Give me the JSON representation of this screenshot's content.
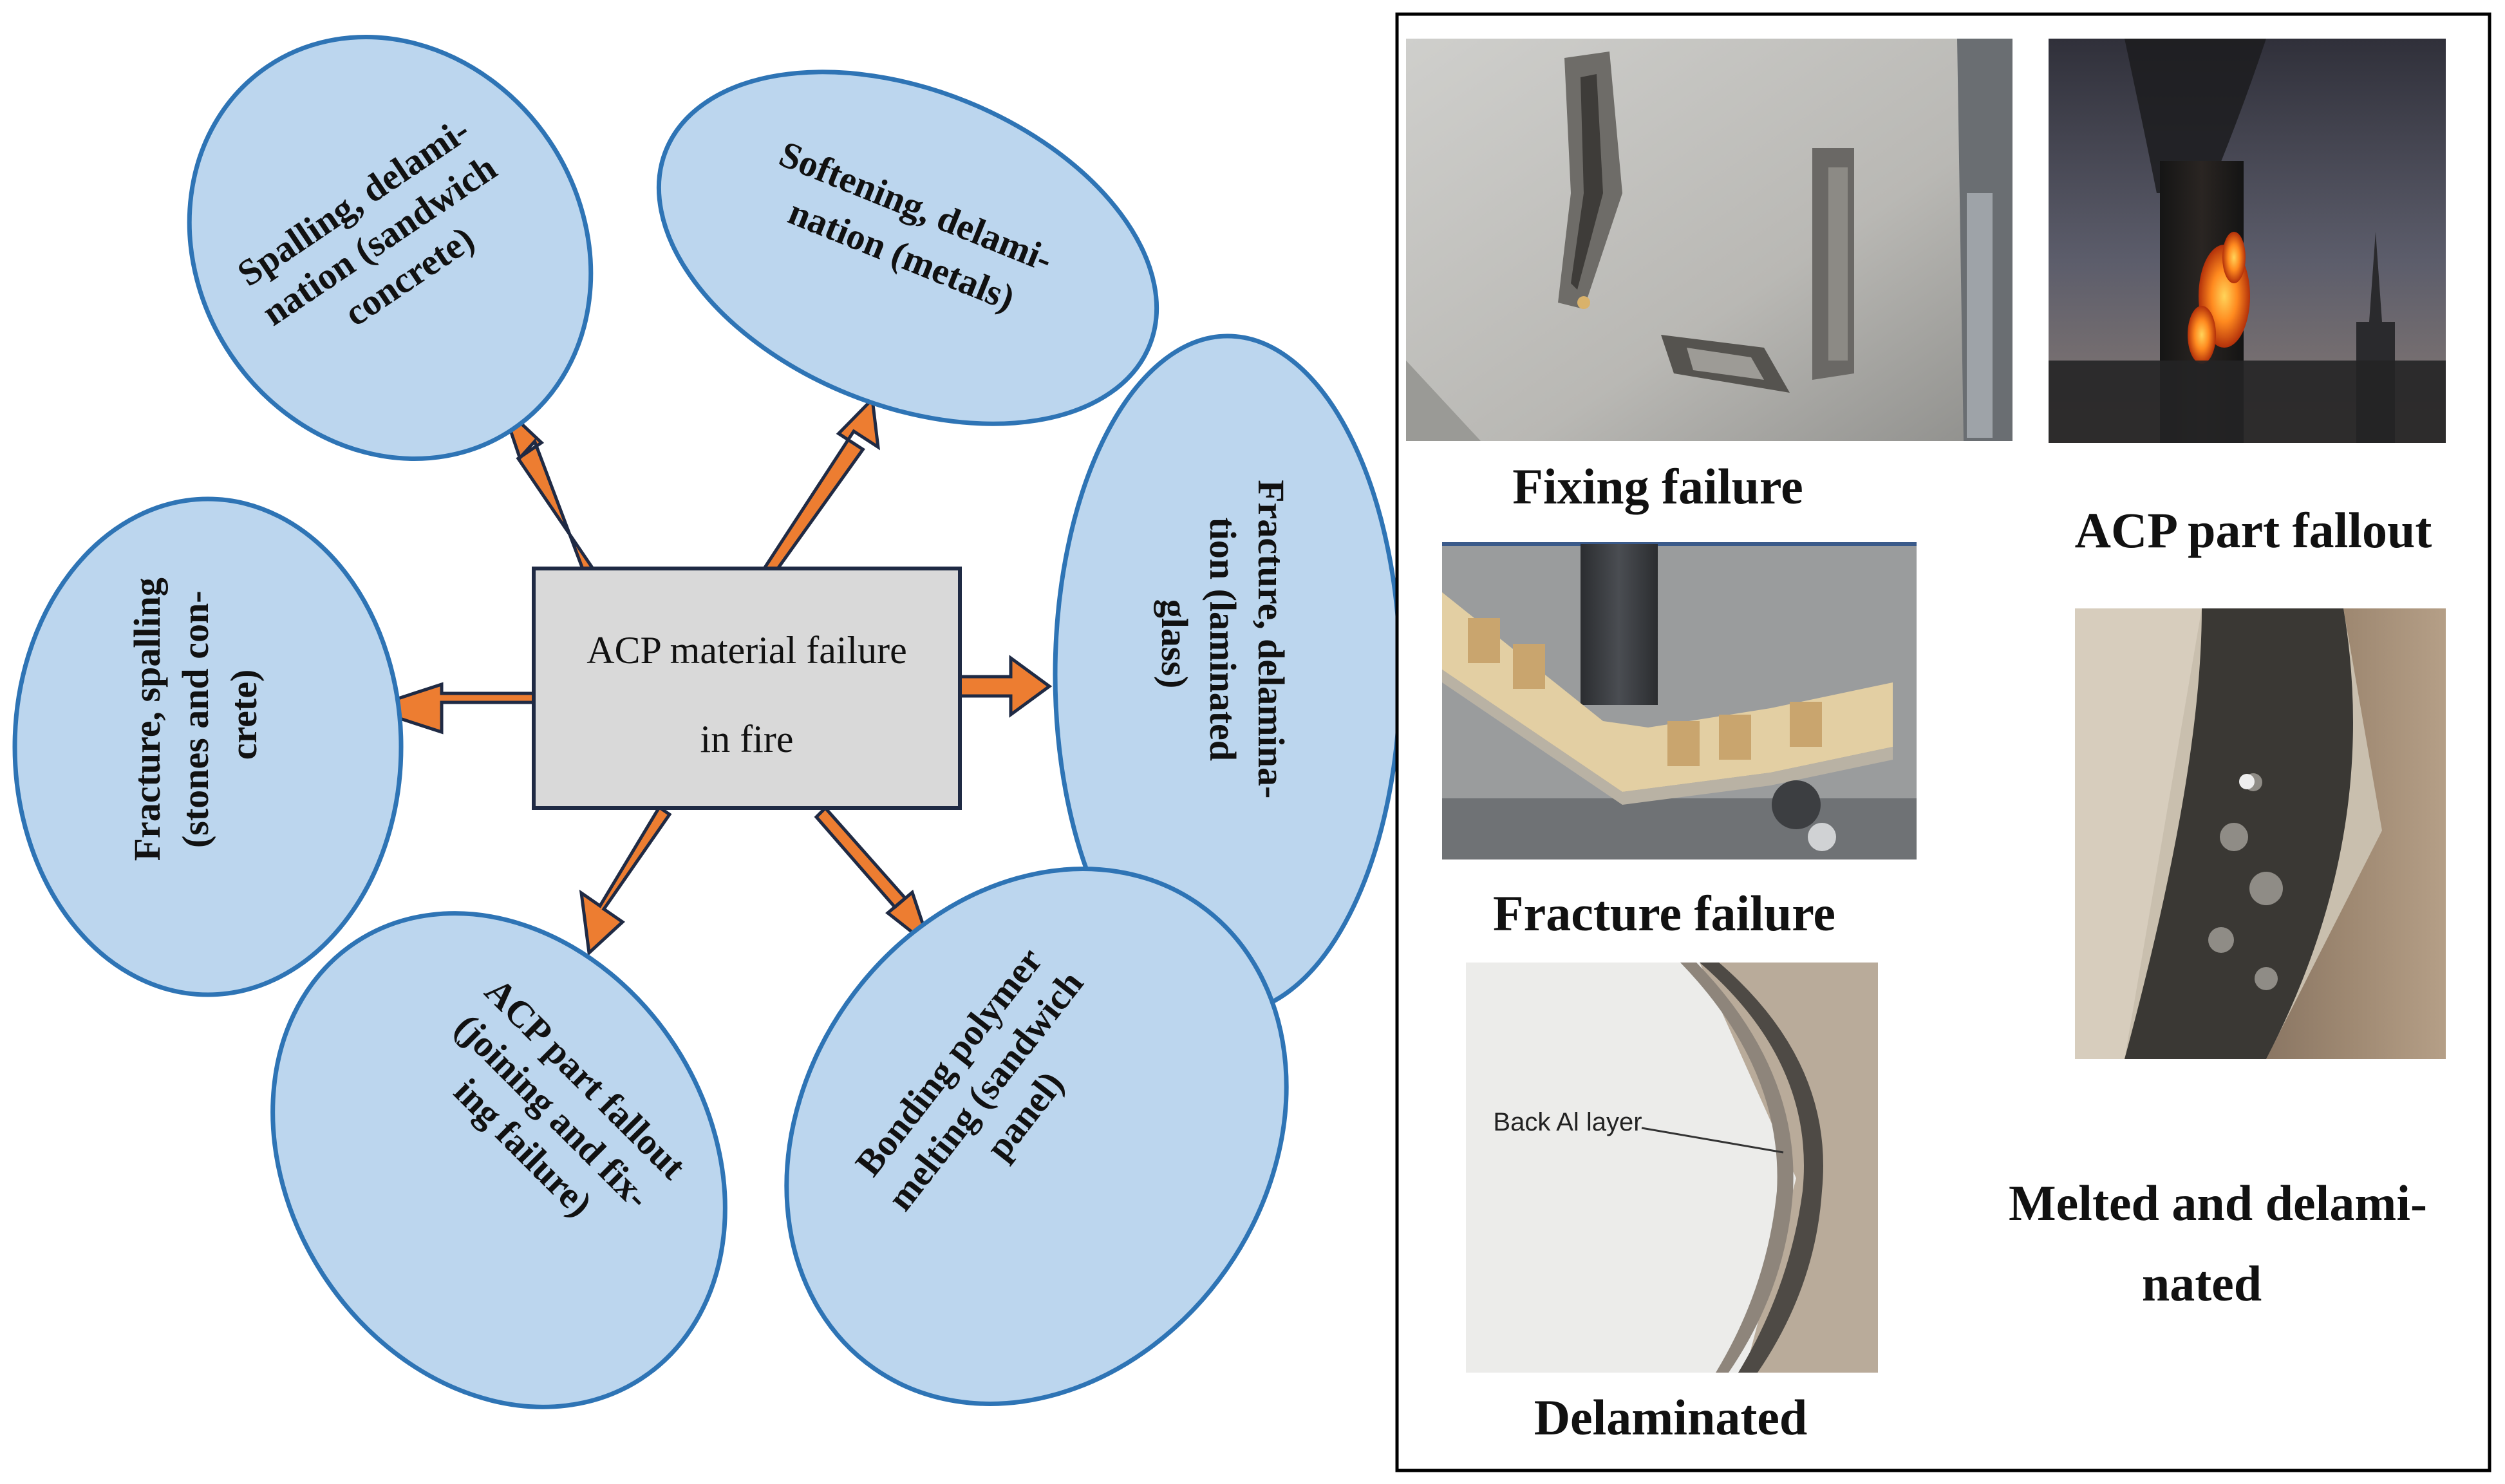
{
  "colors": {
    "ellipse_fill": "#bcd6ee",
    "ellipse_stroke": "#2e74b5",
    "arrow_fill": "#ed7d31",
    "arrow_stroke": "#1f2a44",
    "center_fill": "#d9d9d9",
    "frame_stroke": "#000000"
  },
  "center": {
    "line1": "ACP material failure",
    "line2": "in fire"
  },
  "ellipses": {
    "spalling_sandwich": {
      "line1": "Spalling, delami-",
      "line2": "nation (sandwich",
      "line3": "concrete)"
    },
    "softening_metals": {
      "line1": "Softening, delami-",
      "line2": "nation (metals)"
    },
    "fracture_glass": {
      "line1": "Fracture, delamina-",
      "line2": "tion (laminated",
      "line3": "glass)"
    },
    "fracture_stones": {
      "line1": "Fracture, spalling",
      "line2": "(stones and con-",
      "line3": "crete)"
    },
    "part_fallout": {
      "line1": "ACP part fallout",
      "line2": "(joining and fix-",
      "line3": "ing failure)"
    },
    "bonding_polymer": {
      "line1": "Bonding polymer",
      "line2": "melting (sandwich",
      "line3": "panel)"
    }
  },
  "captions": {
    "fixing": "Fixing failure",
    "fallout": "ACP part fallout",
    "fracture": "Fracture failure",
    "delaminated": "Delaminated",
    "melted_line1": "Melted and delami-",
    "melted_line2": "nated"
  },
  "photo_label": "Back Al layer"
}
